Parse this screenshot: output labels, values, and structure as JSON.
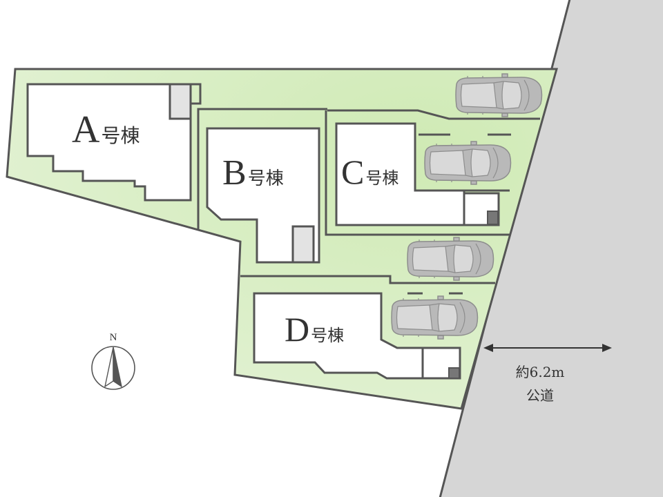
{
  "buildings": [
    {
      "letter": "A",
      "suffix": "号棟"
    },
    {
      "letter": "B",
      "suffix": "号棟"
    },
    {
      "letter": "C",
      "suffix": "号棟"
    },
    {
      "letter": "D",
      "suffix": "号棟"
    }
  ],
  "road": {
    "width_label": "約6.2m",
    "name": "公道"
  },
  "compass": {
    "label": "N"
  },
  "colors": {
    "lot": "#dcefc9",
    "road": "#d6d6d6",
    "outline": "#555555",
    "car": "#b9b9b9"
  }
}
